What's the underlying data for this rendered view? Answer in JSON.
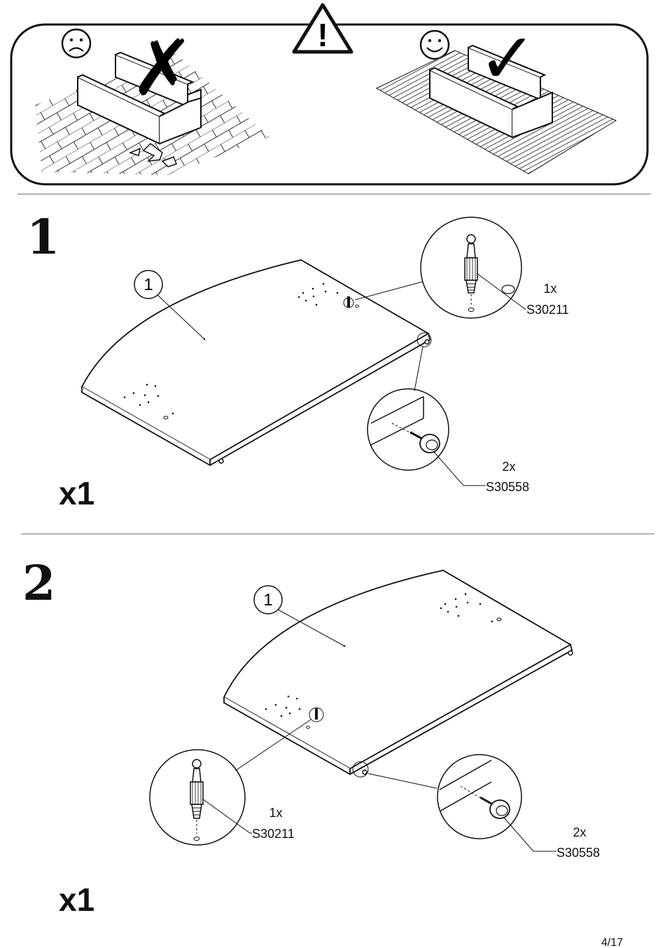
{
  "warning": {
    "symbol": "!",
    "bad_mark": "✗",
    "good_mark": "✓",
    "bad_face": "sad-face-icon",
    "good_face": "smiley-face-icon"
  },
  "steps": [
    {
      "number": "1",
      "part_label": "1",
      "quantity": "x1",
      "callout_dowel": {
        "count": "1x",
        "code": "S30211"
      },
      "callout_pin": {
        "count": "2x",
        "code": "S30558"
      }
    },
    {
      "number": "2",
      "part_label": "1",
      "quantity": "x1",
      "callout_dowel": {
        "count": "1x",
        "code": "S30211"
      },
      "callout_pin": {
        "count": "2x",
        "code": "S30558"
      }
    }
  ],
  "page_number": "4/17"
}
